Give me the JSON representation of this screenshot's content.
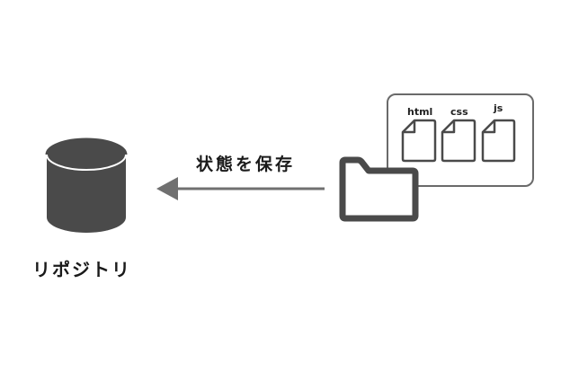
{
  "diagram": {
    "repository": {
      "label": "リポジトリ",
      "icon": "database-icon"
    },
    "arrow": {
      "label": "状態を保存",
      "direction": "left"
    },
    "working_folder": {
      "icon": "folder-icon",
      "files": [
        {
          "name": "html",
          "icon": "file-icon"
        },
        {
          "name": "css",
          "icon": "file-icon"
        },
        {
          "name": "js",
          "icon": "file-icon"
        }
      ]
    },
    "colors": {
      "shape_fill": "#4a4a4a",
      "arrow": "#707070",
      "panel_border": "#6a6a6a",
      "text": "#1a1a1a"
    }
  }
}
